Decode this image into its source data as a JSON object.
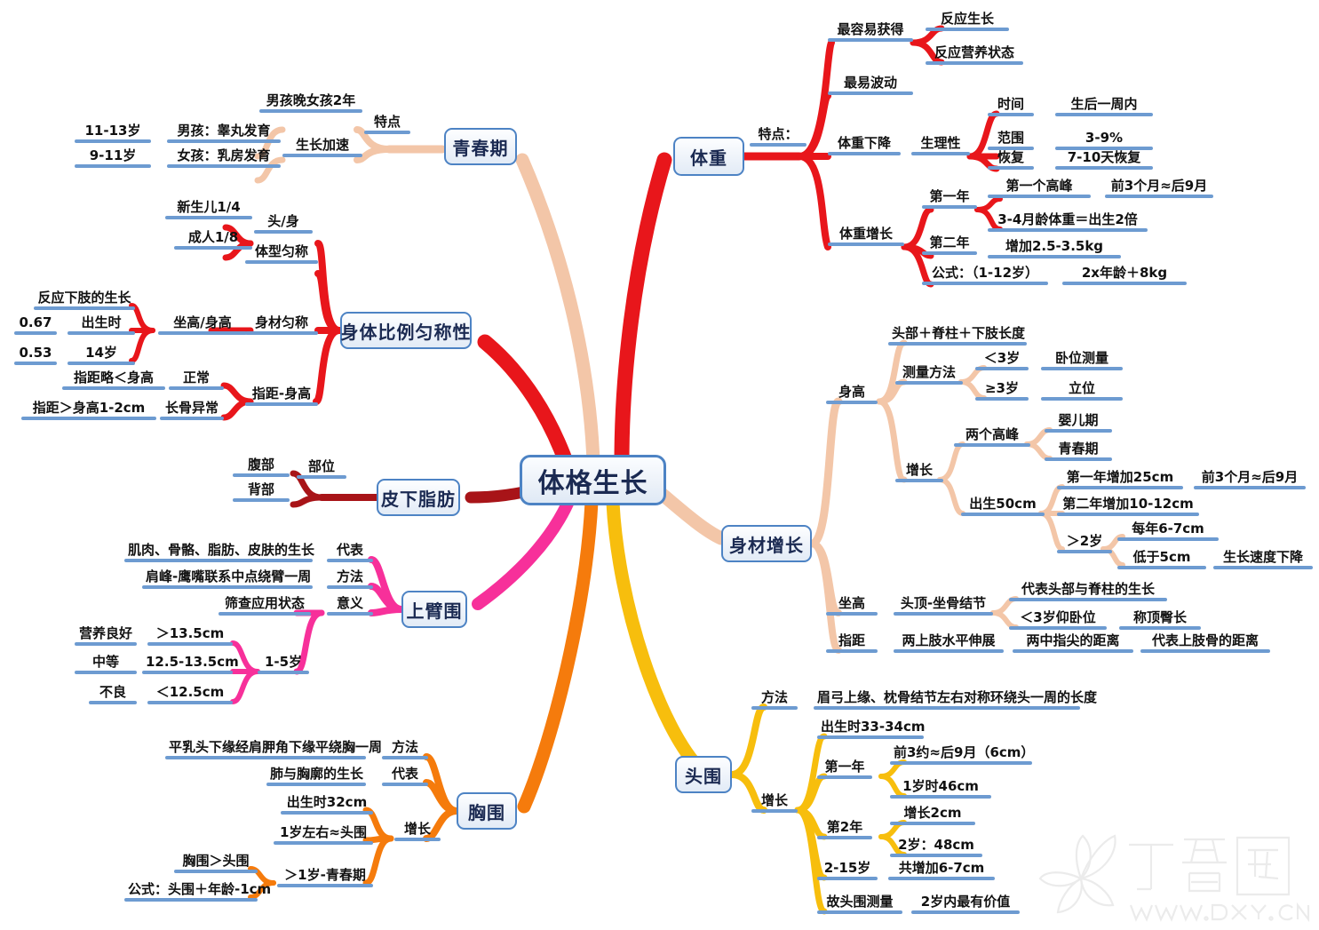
{
  "root": {
    "label": "体格生长"
  },
  "colors": {
    "weight": "#E8161B",
    "puberty": "#F3C6A8",
    "proportion": "#E8161B",
    "subfat": "#A81418",
    "armcirc": "#F7309A",
    "chest": "#F57B0C",
    "head": "#F7BE0D",
    "stature": "#F3C6A8",
    "underline": "#6D9BD1",
    "node_border": "#4D83C4",
    "text": "#111111"
  },
  "branches": {
    "weight": {
      "label": "体重",
      "l1": {
        "feature": "特点："
      },
      "l2": {
        "easiest": "最容易获得",
        "fluctuate": "最易波动",
        "drop": "体重下降",
        "gain": "体重增长"
      },
      "easiest_children": [
        "反应生长",
        "反应营养状态"
      ],
      "drop_child": "生理性",
      "drop_grandchildren": [
        {
          "k": "时间",
          "v": "生后一周内"
        },
        {
          "k": "范围",
          "v": "3-9%"
        },
        {
          "k": "恢复",
          "v": "7-10天恢复"
        }
      ],
      "gain_children": [
        {
          "k": "第一年",
          "items": [
            {
              "a": "第一个高峰",
              "b": "前3个月≈后9月"
            },
            {
              "a": "3-4月龄体重＝出生2倍",
              "b": ""
            }
          ]
        },
        {
          "k": "第二年",
          "items": [
            {
              "a": "增加2.5-3.5kg",
              "b": ""
            }
          ]
        },
        {
          "k": "公式：（1-12岁）",
          "items": [
            {
              "a": "2x年龄＋8kg",
              "b": ""
            }
          ]
        }
      ]
    },
    "puberty": {
      "label": "青春期",
      "l1": "特点",
      "l2": [
        "男孩晚女孩2年",
        "生长加速"
      ],
      "l3": [
        "男孩：睾丸发育",
        "女孩：乳房发育"
      ],
      "l4": [
        "11-13岁",
        "9-11岁"
      ]
    },
    "proportion": {
      "label": "身体比例匀称性",
      "l1": [
        "头/身",
        "体型匀称",
        "身材匀称",
        "指距-身高"
      ],
      "head_body": [
        "新生儿1/4",
        "成人1/8"
      ],
      "stature_sym": "坐高/身高",
      "stature_sym_children": [
        "出生时",
        "14岁"
      ],
      "stature_sym_values": [
        "0.67",
        "0.53"
      ],
      "stature_sym_note": "反应下肢的生长",
      "span_children": [
        "正常",
        "长骨异常"
      ],
      "span_values": [
        "指距略＜身高",
        "指距＞身高1-2cm"
      ]
    },
    "subfat": {
      "label": "皮下脂肪",
      "l1": "部位",
      "l2": [
        "腹部",
        "背部"
      ]
    },
    "armcirc": {
      "label": "上臂围",
      "l1": [
        "代表",
        "方法",
        "意义"
      ],
      "represent": "肌肉、骨骼、脂肪、皮肤的生长",
      "method": "肩峰-鹰嘴联系中点绕臂一周",
      "meaning_top": "筛查应用状态",
      "meaning_age": "1-5岁",
      "meaning_rows": [
        {
          "k": "营养良好",
          "v": "＞13.5cm"
        },
        {
          "k": "中等",
          "v": "12.5-13.5cm"
        },
        {
          "k": "不良",
          "v": "＜12.5cm"
        }
      ]
    },
    "chest": {
      "label": "胸围",
      "l1": [
        "方法",
        "代表",
        "增长"
      ],
      "method": "平乳头下缘经肩胛角下缘平绕胸一周",
      "represent": "肺与胸廓的生长",
      "growth": [
        "出生时32cm",
        "1岁左右≈头围",
        "＞1岁-青春期"
      ],
      "growth_last_children": [
        "胸围＞头围",
        "公式：头围＋年龄-1cm"
      ]
    },
    "stature": {
      "label": "身材增长",
      "l1": [
        "身高",
        "坐高",
        "指距"
      ],
      "height": {
        "definition": "头部＋脊柱＋下肢长度",
        "measure": "测量方法",
        "measure_rows": [
          {
            "k": "＜3岁",
            "v": "卧位测量"
          },
          {
            "k": "≥3岁",
            "v": "立位"
          }
        ],
        "growth": "增长",
        "peaks": "两个高峰",
        "peaks_children": [
          "婴儿期",
          "青春期"
        ],
        "birth": "出生50cm",
        "birth_children": [
          {
            "a": "第一年增加25cm",
            "b": "前3个月≈后9月"
          },
          {
            "a": "第二年增加10-12cm",
            "b": ""
          }
        ],
        "over2": "＞2岁",
        "over2_children": [
          {
            "a": "每年6-7cm",
            "b": ""
          },
          {
            "a": "低于5cm",
            "b": "生长速度下降"
          }
        ]
      },
      "sitting": {
        "label": "坐高",
        "def": "头顶-坐骨结节",
        "children": [
          {
            "a": "代表头部与脊柱的生长",
            "b": ""
          },
          {
            "a": "＜3岁仰卧位",
            "b": "称顶臀长"
          }
        ]
      },
      "span": {
        "label": "指距",
        "a": "两上肢水平伸展",
        "b": "两中指尖的距离",
        "c": "代表上肢骨的距离"
      }
    },
    "head": {
      "label": "头围",
      "method_key": "方法",
      "method_val": "眉弓上缘、枕骨结节左右对称环绕头一周的长度",
      "growth_key": "增长",
      "birth": "出生时33-34cm",
      "year1_key": "第一年",
      "year1_children": [
        "前3约≈后9月（6cm）",
        "1岁时46cm"
      ],
      "year2_key": "第2年",
      "year2_children": [
        "增长2cm",
        "2岁：48cm"
      ],
      "range_key": "2-15岁",
      "range_val": "共增加6-7cm",
      "value_key": "故头围测量",
      "value_val": "2岁内最有价值"
    }
  },
  "watermark": {
    "brand": "丁香园",
    "url": "WWW.DXY.CN"
  }
}
